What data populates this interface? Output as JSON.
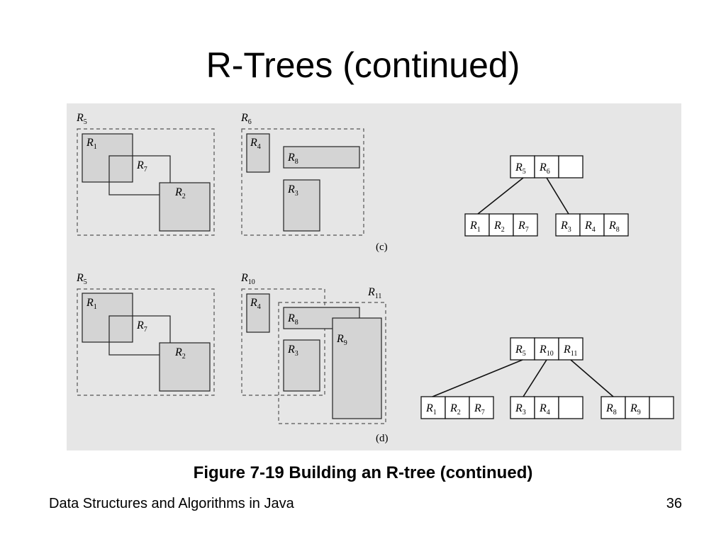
{
  "slide": {
    "title": "R-Trees (continued)",
    "caption": "Figure 7-19 Building an R-tree (continued)",
    "footer_left": "Data Structures and Algorithms in Java",
    "page_number": "36"
  },
  "figure": {
    "panel_c": {
      "part_label": "(c)",
      "regions": [
        "R5",
        "R1",
        "R7",
        "R2",
        "R6",
        "R4",
        "R8",
        "R3"
      ],
      "tree": {
        "root": [
          "R5",
          "R6",
          ""
        ],
        "children": [
          [
            "R1",
            "R2",
            "R7"
          ],
          [
            "R3",
            "R4",
            "R8"
          ]
        ]
      }
    },
    "panel_d": {
      "part_label": "(d)",
      "regions": [
        "R5",
        "R1",
        "R7",
        "R2",
        "R10",
        "R4",
        "R8",
        "R3",
        "R11",
        "R9"
      ],
      "tree": {
        "root": [
          "R5",
          "R10",
          "R11"
        ],
        "children": [
          [
            "R1",
            "R2",
            "R7"
          ],
          [
            "R3",
            "R4",
            ""
          ],
          [
            "R8",
            "R9",
            ""
          ]
        ]
      }
    }
  }
}
